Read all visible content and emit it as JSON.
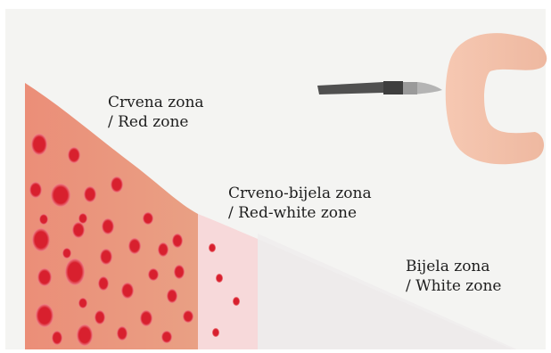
{
  "zones": {
    "red": {
      "line1": "Crvena zona",
      "line2": "/ Red zone"
    },
    "red_white": {
      "line1": "Crveno-bijela zona",
      "line2": "/ Red-white zone"
    },
    "white": {
      "line1": "Bijela zona",
      "line2": "/ White zone"
    }
  },
  "colors": {
    "background": "#f4f4f2",
    "red_zone": "#e8987c",
    "red_white_zone": "#f7d9da",
    "white_zone": "#f0eeee",
    "vessel": "#d8202e",
    "meniscus": "#f3c0a8",
    "scalpel_handle": "#505050",
    "scalpel_blade": "#b0b0b0"
  },
  "icons": {
    "scalpel": "scalpel-icon",
    "meniscus": "meniscus-icon"
  }
}
